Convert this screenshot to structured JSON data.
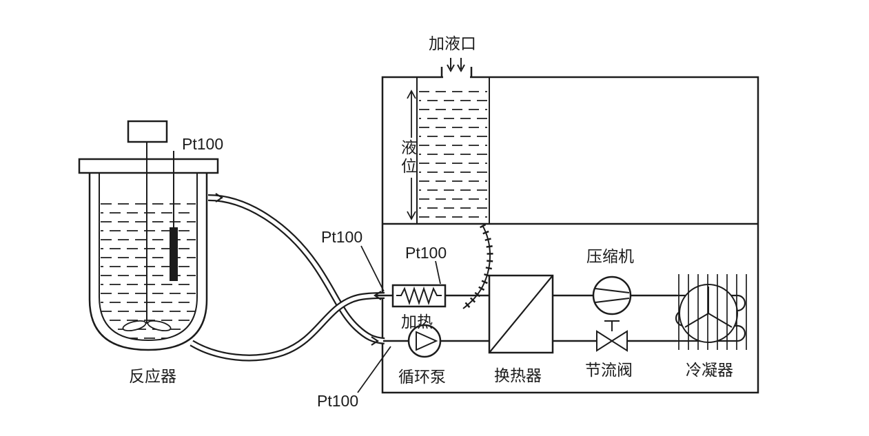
{
  "colors": {
    "line": "#1c1c1c",
    "background": "#ffffff"
  },
  "reactor": {
    "label": "反应器",
    "sensor_label": "Pt100"
  },
  "bath": {
    "fill_port_label": "加液口",
    "liquid_level_label": "液位",
    "inlet_pipe_sensor_label": "Pt100",
    "heater_sensor_label": "Pt100",
    "heater_label": "加热",
    "pump_sensor_label": "Pt100",
    "pump_label": "循环泵",
    "heat_exchanger_label": "换热器"
  },
  "refrigeration": {
    "compressor_label": "压缩机",
    "throttle_valve_label": "节流阀",
    "condenser_label": "冷凝器"
  }
}
